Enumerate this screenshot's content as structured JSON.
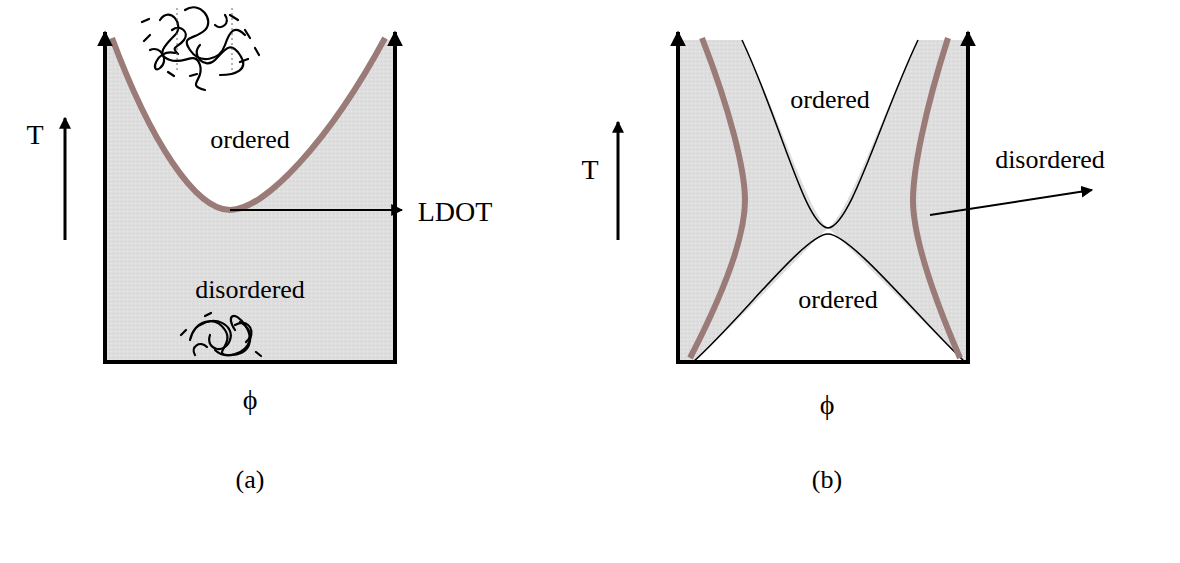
{
  "diagram": {
    "labels": [
      "ordered",
      "T",
      "LDOT",
      "disordered",
      "ϕ",
      "(a)",
      "ordered",
      "T",
      "disordered",
      "ordered",
      "ϕ",
      "(b)"
    ]
  }
}
